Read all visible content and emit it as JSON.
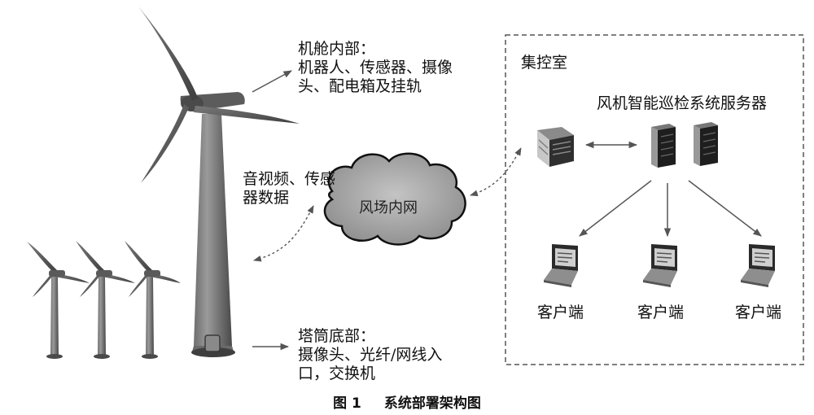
{
  "labels": {
    "nacelle_title": "机舱内部：",
    "nacelle_line1": "机器人、传感器、摄像",
    "nacelle_line2": "头、配电箱及挂轨",
    "av_line1": "音视频、传感",
    "av_line2": "器数据",
    "cloud": "风场内网",
    "control_room": "集控室",
    "server": "风机智能巡检系统服务器",
    "client1": "客户端",
    "client2": "客户端",
    "client3": "客户端",
    "tower_title": "塔筒底部：",
    "tower_line1": "摄像头、光纤/网线入",
    "tower_line2": "口，交换机"
  },
  "caption": {
    "number": "图 1",
    "title": "系统部署架构图"
  },
  "colors": {
    "turbine": "#5a5a5a",
    "turbine_light": "#8a8a8a",
    "arrow": "#555555",
    "dashed_border": "#555555",
    "cloud_fill": "#a8a8a8"
  },
  "icons": [
    "wind-turbine-icon",
    "cloud-icon",
    "gateway-server-icon",
    "server-tower-icon",
    "laptop-icon"
  ]
}
